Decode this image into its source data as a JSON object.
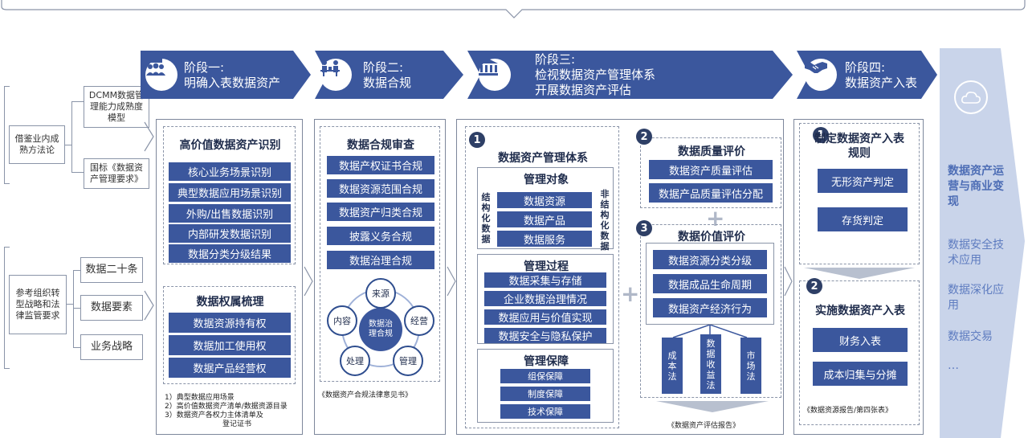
{
  "stages": [
    {
      "title_lines": [
        "阶段一:",
        "明确入表数据资产"
      ],
      "icon": "people-group-icon"
    },
    {
      "title_lines": [
        "阶段二:",
        "数据合规"
      ],
      "icon": "meeting-icon"
    },
    {
      "title_lines": [
        "阶段三:",
        "检视数据资产管理体系",
        "开展数据资产评估"
      ],
      "icon": "bank-icon"
    },
    {
      "title_lines": [
        "阶段四:",
        "数据资产入表"
      ],
      "icon": "handshake-icon"
    }
  ],
  "left_top": {
    "main": "借鉴业内成熟方法论",
    "items": [
      "DCMM数据管理能力成熟度模型",
      "国标《数据资产管理要求》"
    ]
  },
  "left_bottom": {
    "main": "参考组织转型战略和法律监管要求",
    "items": [
      "数据二十条",
      "数据要素",
      "业务战略"
    ]
  },
  "stage1": {
    "section1_title": "高价值数据资产识别",
    "section1_items": [
      "核心业务场景识别",
      "典型数据应用场景识别",
      "外购/出售数据识别",
      "内部研发数据识别",
      "数据分类分级结果"
    ],
    "section2_title": "数据权属梳理",
    "section2_items": [
      "数据资源持有权",
      "数据加工使用权",
      "数据产品经营权"
    ],
    "notes": [
      "1）典型数据应用场景",
      "2）高价值数据资产清单/数据资源目录",
      "3）数据资产各权力主体清单及",
      "登记证书"
    ]
  },
  "stage2": {
    "title": "数据合规审查",
    "items": [
      "数据产权证书合规",
      "数据资源范围合规",
      "数据资产归类合规",
      "披露义务合规",
      "数据治理合规"
    ],
    "cycle_center": "数据治理合规",
    "cycle_nodes": [
      "来源",
      "经营",
      "管理",
      "处理",
      "内容"
    ],
    "note": "《数据资产合规法律意见书》"
  },
  "stage3": {
    "system_num": "1",
    "system_title": "数据资产管理体系",
    "object_title": "管理对象",
    "object_left": "结构化数据",
    "object_right": "非结构化数据",
    "object_items": [
      "数据资源",
      "数据产品",
      "数据服务"
    ],
    "process_title": "管理过程",
    "process_items": [
      "数据采集与存储",
      "企业数据治理情况",
      "数据应用与价值实现",
      "数据安全与隐私保护"
    ],
    "guarantee_title": "管理保障",
    "guarantee_items": [
      "组保保障",
      "制度保障",
      "技术保障"
    ],
    "quality_num": "2",
    "quality_title": "数据质量评价",
    "quality_items": [
      "数据资产质量评估",
      "数据产品质量评估分配"
    ],
    "value_num": "3",
    "value_title": "数据价值评价",
    "value_items": [
      "数据资源分类分级",
      "数据成品生命周期",
      "数据资产经济行为"
    ],
    "methods": [
      "成本法",
      "数据收益法",
      "市场法"
    ],
    "note": "《数据资产评估报告》"
  },
  "stage4": {
    "rule_num": "1",
    "rule_title": "制定数据资产入表规则",
    "rule_items": [
      "无形资产判定",
      "存货判定"
    ],
    "impl_num": "2",
    "impl_title": "实施数据资产入表",
    "impl_items": [
      "财务入表",
      "成本归集与分摊"
    ],
    "note": "《数据资源报告/第四张表》"
  },
  "right": {
    "main": "数据资产运营与商业变现",
    "items": [
      "数据安全技术应用",
      "数据深化应用",
      "数据交易",
      "…"
    ],
    "icon": "cloud-cycle-icon"
  },
  "colors": {
    "accent": "#3b579d",
    "arrow_light": "#c9d4ea",
    "text_side": "#4d6db5"
  }
}
